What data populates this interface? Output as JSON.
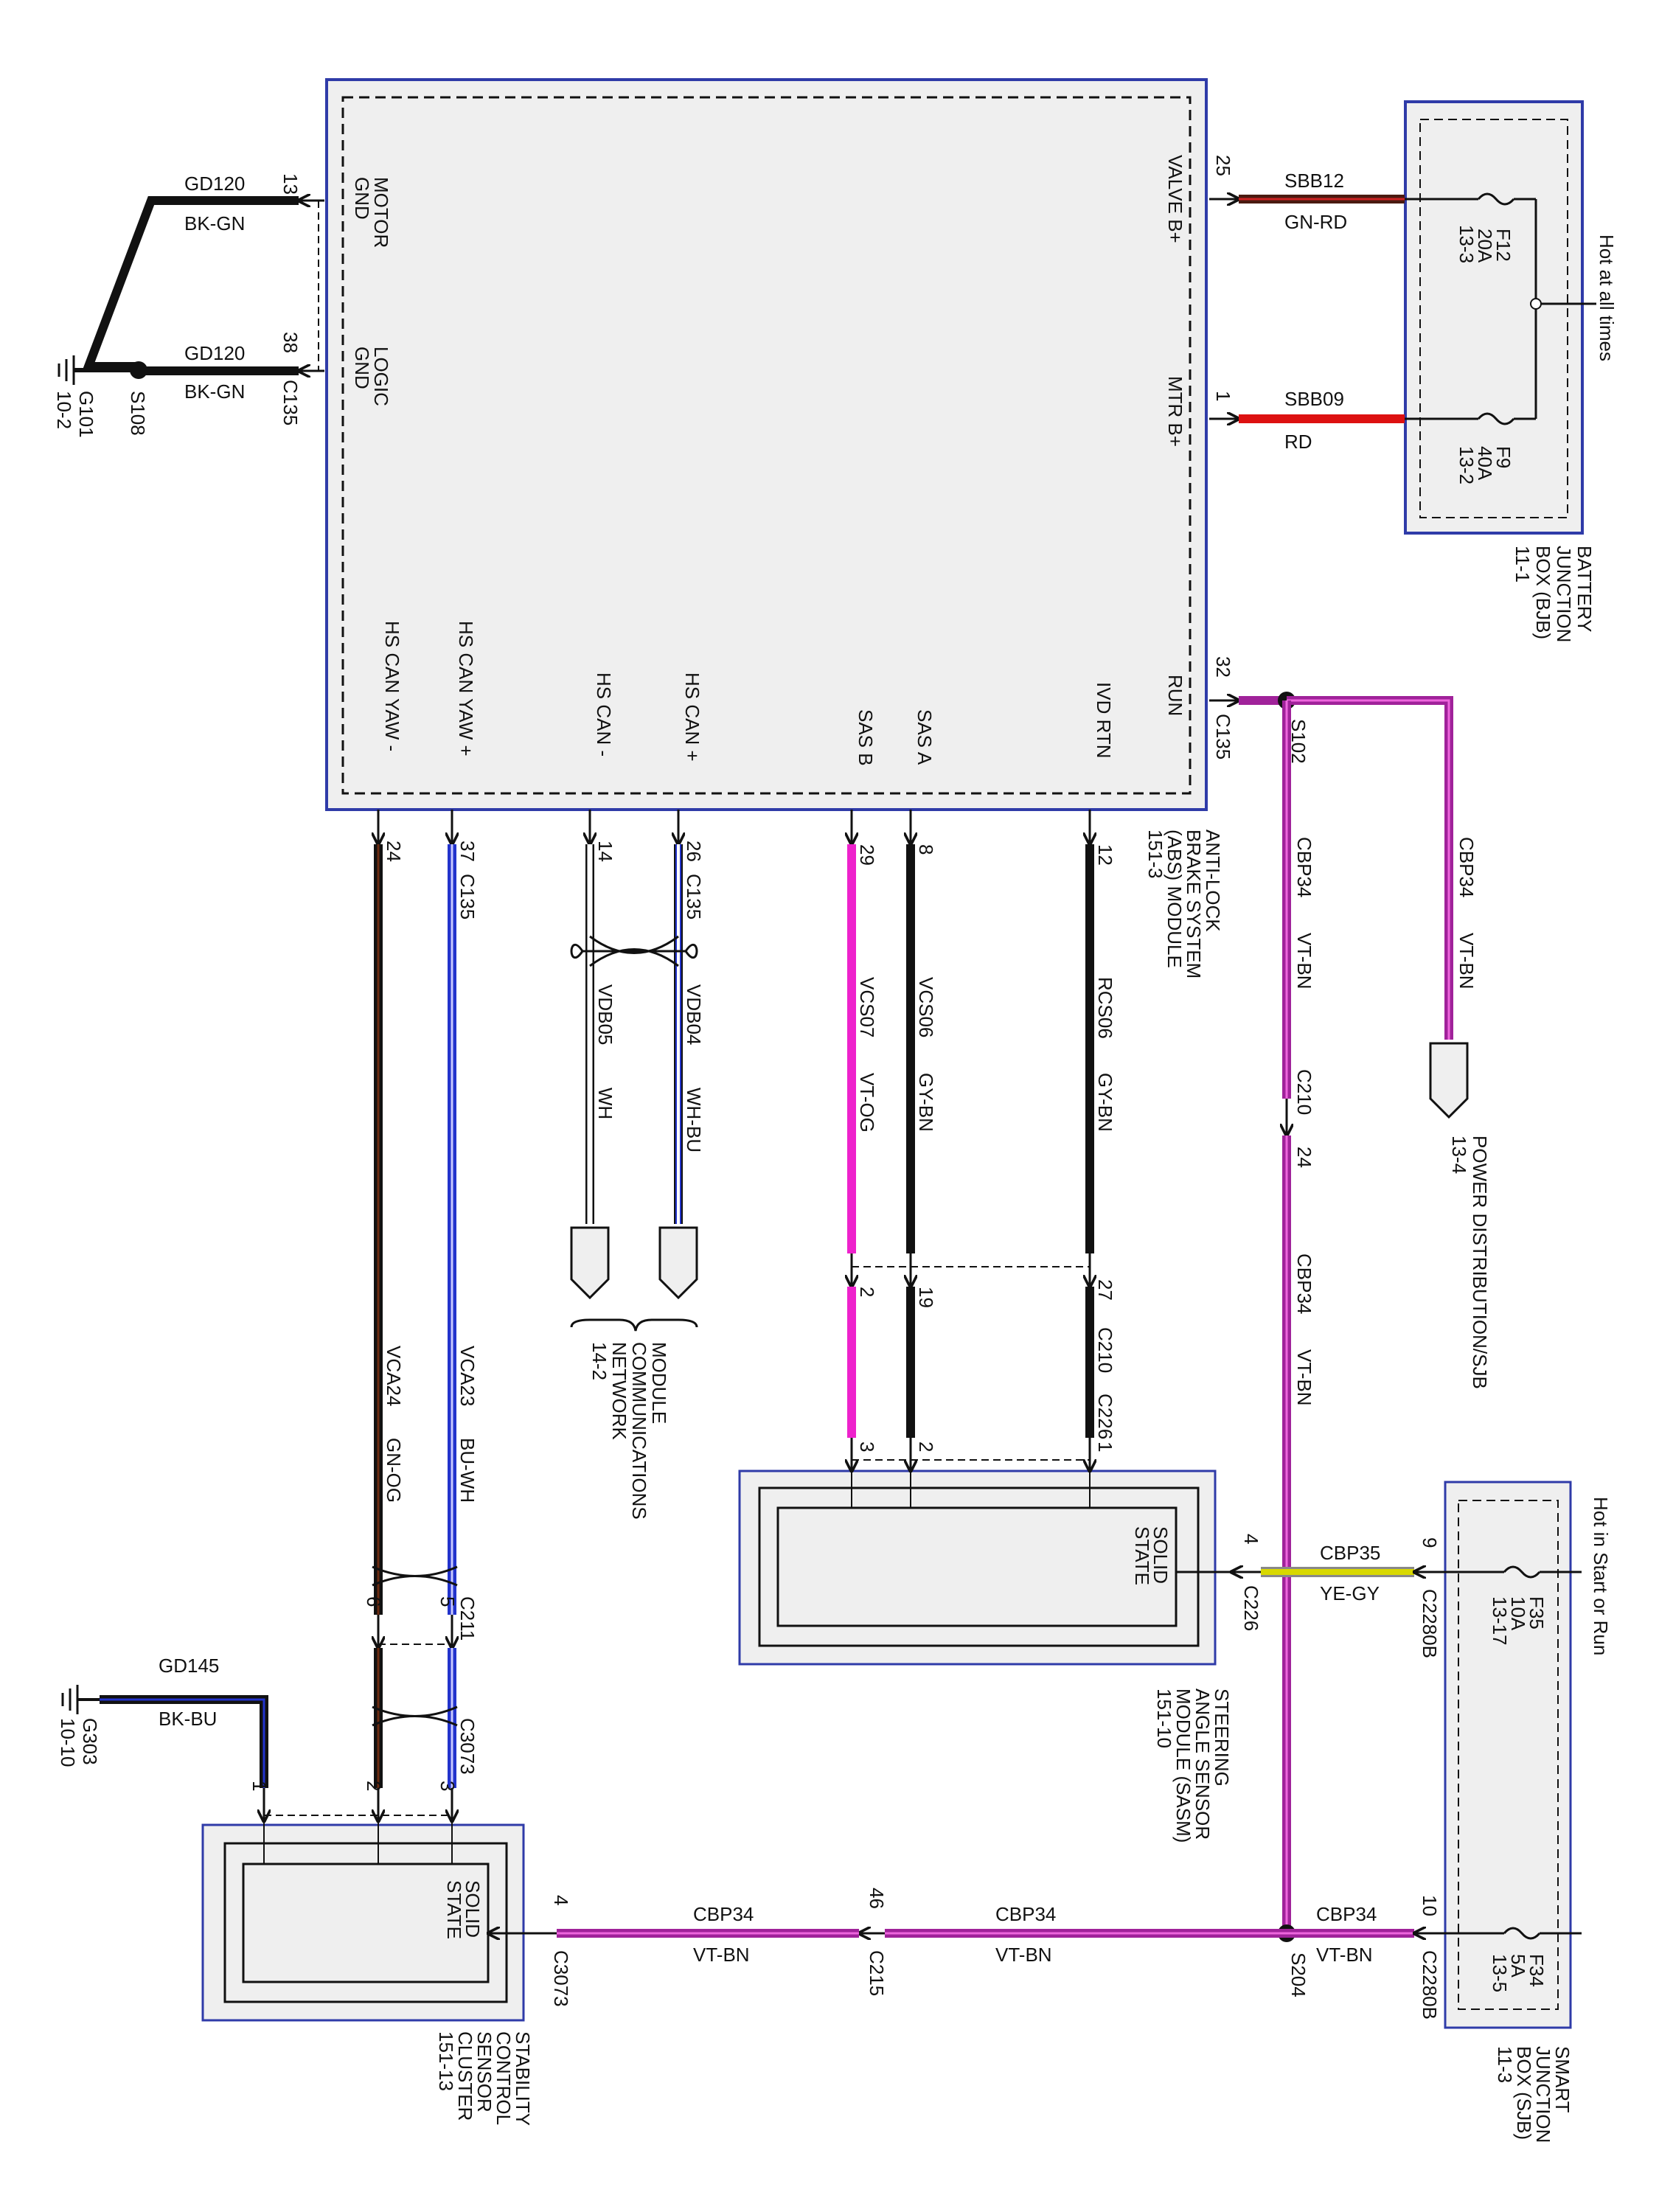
{
  "colors": {
    "black": "#111111",
    "red": "#dd1111",
    "magenta": "#ee22cc",
    "violet": "#a0229a",
    "blue": "#2233cc",
    "yellow": "#d8d800",
    "gray": "#888888",
    "brown": "#6b2a10",
    "module_border": "#2f3ba8",
    "module_fill": "#efefef",
    "wire_white": "#ffffff"
  },
  "labels": {
    "gd120_top": "GD120",
    "bkgn_top": "BK-GN",
    "pin13": "13",
    "gd120_bot": "GD120",
    "bkgn_bot": "BK-GN",
    "pin38": "38",
    "c135_gnd": "C135",
    "s108": "S108",
    "g101": "G101",
    "g101_ref": "10-2",
    "motor_gnd_l1": "MOTOR",
    "motor_gnd_l2": "GND",
    "logic_gnd_l1": "LOGIC",
    "logic_gnd_l2": "GND",
    "valve_b": "VALVE B+",
    "mtr_b": "MTR B+",
    "run": "RUN",
    "ivd_rtn": "IVD RTN",
    "sas_a": "SAS A",
    "sas_b": "SAS B",
    "hs_can_plus": "HS CAN +",
    "hs_can_minus": "HS CAN -",
    "hs_can_yaw_plus": "HS CAN YAW +",
    "hs_can_yaw_minus": "HS CAN YAW -",
    "pin25": "25",
    "sbb12": "SBB12",
    "gnrd": "GN-RD",
    "pin1_mtr": "1",
    "sbb09": "SBB09",
    "rd": "RD",
    "pin32": "32",
    "c135_run": "C135",
    "s102": "S102",
    "f12_l1": "F12",
    "f12_l2": "20A",
    "f12_l3": "13-3",
    "f9_l1": "F9",
    "f9_l2": "40A",
    "f9_l3": "13-2",
    "hot_all_times": "Hot at all times",
    "bjb_l1": "BATTERY",
    "bjb_l2": "JUNCTION",
    "bjb_l3": "BOX (BJB)",
    "bjb_l4": "11-1",
    "abs_l1": "ANTI-LOCK",
    "abs_l2": "BRAKE SYSTEM",
    "abs_l3": "(ABS) MODULE",
    "abs_l4": "151-3",
    "pin24_abs": "24",
    "pin37": "37",
    "c135_yaw": "C135",
    "pin14": "14",
    "pin26": "26",
    "c135_can": "C135",
    "pin29": "29",
    "pin8": "8",
    "pin12": "12",
    "vdb05": "VDB05",
    "wh": "WH",
    "vdb04": "VDB04",
    "whbu": "WH-BU",
    "vcs07": "VCS07",
    "vtog": "VT-OG",
    "vcs06": "VCS06",
    "gybn1": "GY-BN",
    "rcs06": "RCS06",
    "gybn2": "GY-BN",
    "cbp34_a": "CBP34",
    "vtbn_a": "VT-BN",
    "cbp34_b": "CBP34",
    "vtbn_b": "VT-BN",
    "c210_24": "C210",
    "pin24_c210": "24",
    "power_dist_l1": "POWER DISTRIBUTION/SJB",
    "power_dist_l2": "13-4",
    "pin2_c210": "2",
    "pin19": "19",
    "pin27": "27",
    "c210": "C210",
    "cbp34_c": "CBP34",
    "vtbn_c": "VT-BN",
    "mcn_l1": "MODULE",
    "mcn_l2": "COMMUNICATIONS",
    "mcn_l3": "NETWORK",
    "mcn_l4": "14-2",
    "vca24": "VCA24",
    "gnog": "GN-OG",
    "vca23": "VCA23",
    "buwh": "BU-WH",
    "pin3_c226": "3",
    "pin2_c226": "2",
    "pin1_c226": "1",
    "c226_top": "C226",
    "solid_state_sasm_l1": "SOLID",
    "solid_state_sasm_l2": "STATE",
    "pin4_c226": "4",
    "c226_side": "C226",
    "cbp35": "CBP35",
    "yegy": "YE-GY",
    "pin9": "9",
    "c2280b_top": "C2280B",
    "f35_l1": "F35",
    "f35_l2": "10A",
    "f35_l3": "13-17",
    "hot_start_run": "Hot in Start or Run",
    "sasm_l1": "STEERING",
    "sasm_l2": "ANGLE SENSOR",
    "sasm_l3": "MODULE (SASM)",
    "sasm_l4": "151-10",
    "pin6": "6",
    "pin5": "5",
    "c211": "C211",
    "c3073_top": "C3073",
    "gd145": "GD145",
    "bkbu": "BK-BU",
    "g303": "G303",
    "g303_ref": "10-10",
    "pin1_c3073": "1",
    "pin2_c3073": "2",
    "pin3_c3073": "3",
    "solid_state_scs_l1": "SOLID",
    "solid_state_scs_l2": "STATE",
    "pin4_c3073": "4",
    "c3073_side": "C3073",
    "cbp34_d": "CBP34",
    "vtbn_d": "VT-BN",
    "pin46": "46",
    "c215": "C215",
    "cbp34_e": "CBP34",
    "vtbn_e": "VT-BN",
    "s204": "S204",
    "cbp34_f": "CBP34",
    "vtbn_f": "VT-BN",
    "pin10": "10",
    "c2280b_bot": "C2280B",
    "f34_l1": "F34",
    "f34_l2": "5A",
    "f34_l3": "13-5",
    "sjb_l1": "SMART",
    "sjb_l2": "JUNCTION",
    "sjb_l3": "BOX (SJB)",
    "sjb_l4": "11-3",
    "scs_l1": "STABILITY",
    "scs_l2": "CONTROL",
    "scs_l3": "SENSOR",
    "scs_l4": "CLUSTER",
    "scs_l5": "151-13"
  }
}
